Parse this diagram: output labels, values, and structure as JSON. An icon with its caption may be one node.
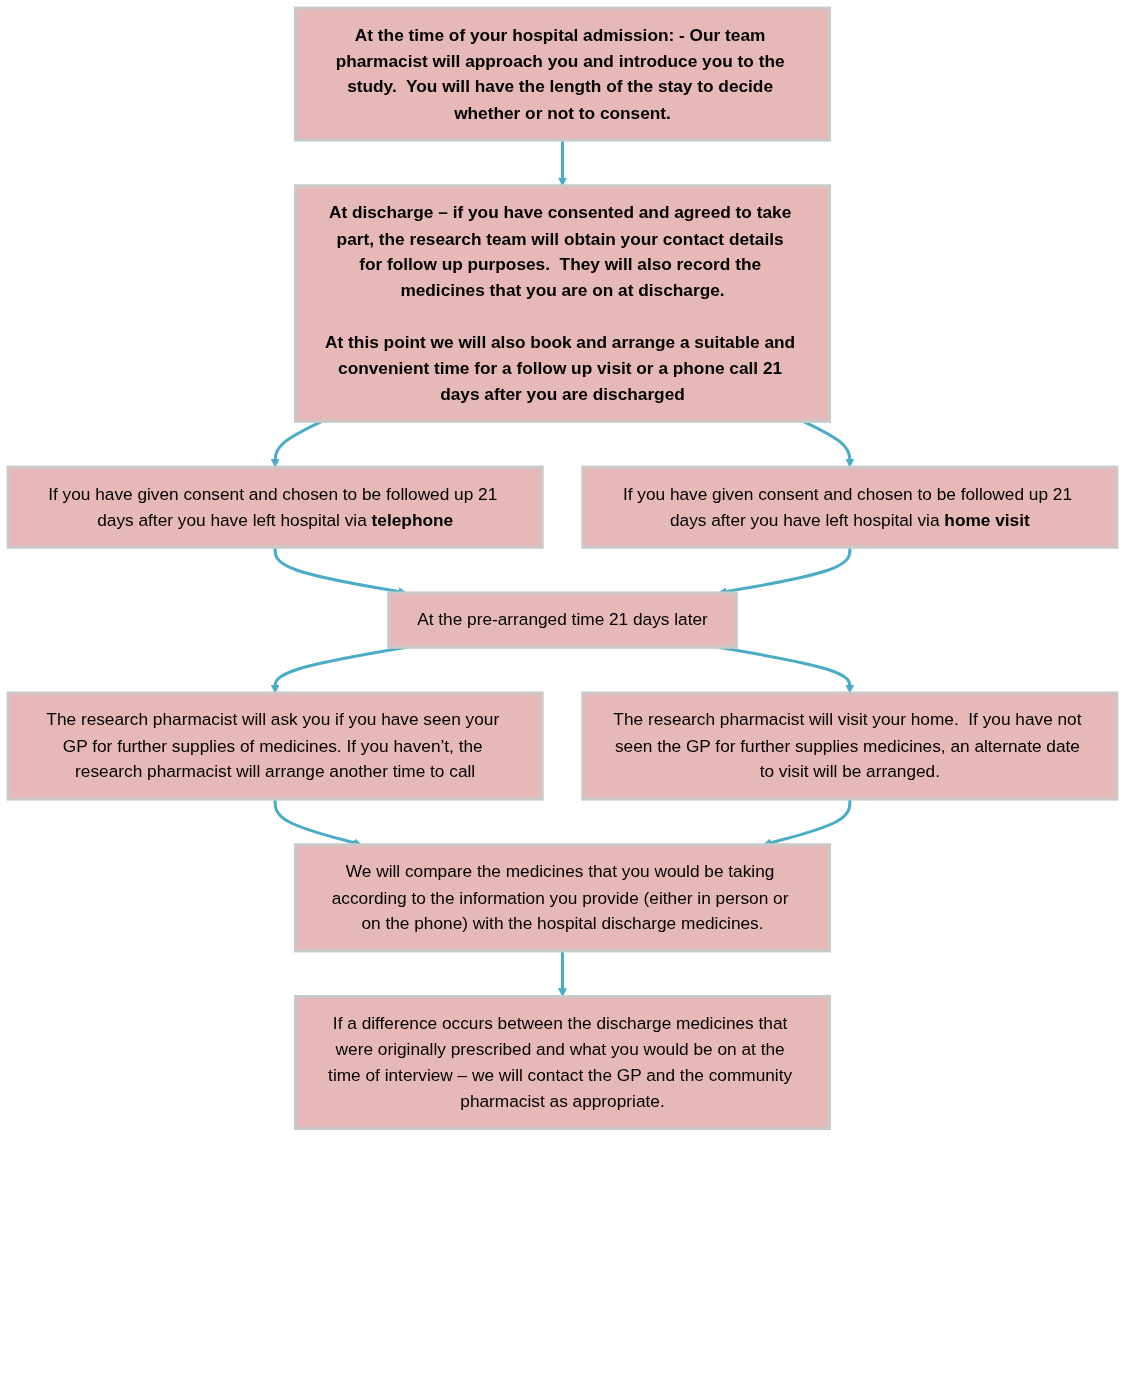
{
  "diagram": {
    "nodes": [
      {
        "text": [
          "At the time of your hospital admission: - Our team pharmacist will approach you and introduce you to the study.  You will have the length of the stay to decide whether or not to consent."
        ]
      },
      {
        "text": [
          "At discharge – if you have consented and agreed to take part, the research team will obtain your contact details for follow up purposes.  They will also record the medicines that you are on at discharge.",
          "At this point we will also book and arrange a suitable and convenient time for a follow up visit or a phone call 21 days after you are discharged"
        ]
      },
      {
        "text": [
          "If you have given consent and chosen to be followed up 21 days after you have left hospital via **telephone**"
        ]
      },
      {
        "text": [
          "If you have given consent and chosen to be followed up 21 days after you have left hospital via **home visit**"
        ]
      },
      {
        "text": [
          "At the pre-arranged time 21 days later"
        ]
      },
      {
        "text": [
          "The research pharmacist will ask you if you have seen your GP for further supplies of medicines. If you haven’t, the research pharmacist will arrange another time to call"
        ]
      },
      {
        "text": [
          "The research pharmacist will visit your home.  If you have not seen the GP for further supplies medicines, an alternate date to visit will be arranged."
        ]
      },
      {
        "text": [
          "We will compare the medicines that you would be taking according to the information you provide (either in person or on the phone) with the hospital discharge medicines."
        ]
      },
      {
        "text": [
          "If a difference occurs between the discharge medicines that were originally prescribed and what you would be on at the time of interview – we will contact the GP and the community pharmacist as appropriate."
        ]
      }
    ],
    "edges": [
      {
        "from": 0,
        "to": 1,
        "arrow": "to"
      },
      {
        "from": 1,
        "to": 2,
        "arrow": "to"
      },
      {
        "from": 1,
        "to": 3,
        "arrow": "to"
      },
      {
        "from": 2,
        "to": 4,
        "arrow": "to"
      },
      {
        "from": 3,
        "to": 4,
        "arrow": "to"
      },
      {
        "from": 4,
        "to": 5,
        "arrow": "to"
      },
      {
        "from": 4,
        "to": 6,
        "arrow": "to"
      },
      {
        "from": 5,
        "to": 7,
        "arrow": "to"
      },
      {
        "from": 6,
        "to": 7,
        "arrow": "to"
      },
      {
        "from": 7,
        "to": 8,
        "arrow": "to"
      }
    ]
  }
}
